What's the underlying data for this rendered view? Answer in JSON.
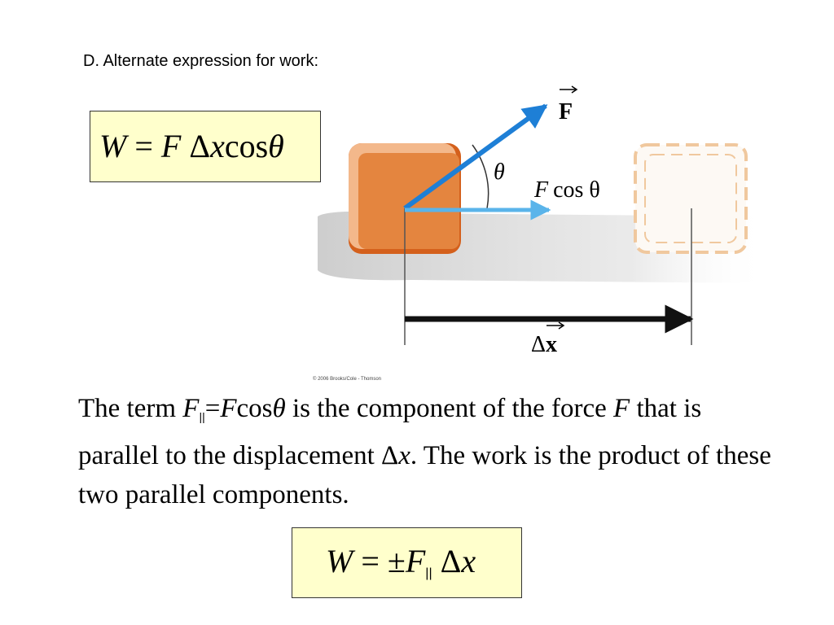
{
  "slide": {
    "heading": "D.  Alternate expression for work:"
  },
  "equation1": {
    "W": "W",
    "equals": " = ",
    "F": "F",
    "delta": " Δ",
    "x": "x",
    "cos": "cos",
    "theta": "θ"
  },
  "diagram": {
    "label_F": "F",
    "label_theta": "θ",
    "label_Fcos_F": "F",
    "label_Fcos_rest": "cos θ",
    "label_delta": "Δ",
    "label_x": "x",
    "copyright": "© 2006 Brooks/Cole - Thomson",
    "colors": {
      "force_arrow": "#1e7fd6",
      "component_arrow": "#5ab4ea",
      "block": "#e4853f",
      "block_edge": "#d4601c",
      "block_highlight": "#f3b88b",
      "ghost_block": "#f0c89e"
    }
  },
  "paragraph": {
    "p1": "The term ",
    "F_par": "F",
    "sub_par": "||",
    "eq": "=",
    "F2": "F",
    "cos": "cos",
    "theta": "θ",
    "p2": " is the component of the force ",
    "F3": "F",
    "p3": " that is parallel to the displacement Δ",
    "x": "x",
    "p4": ".  The work is the product of these two parallel components."
  },
  "equation2": {
    "W": "W",
    "equals": " = ±",
    "F": "F",
    "sub": "||",
    "delta": " Δ",
    "x": "x"
  }
}
